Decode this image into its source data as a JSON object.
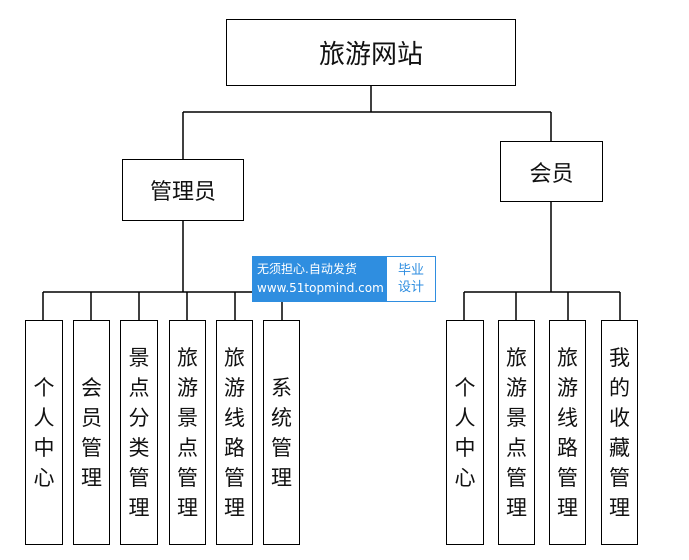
{
  "root": {
    "label": "旅游网站"
  },
  "admin": {
    "label": "管理员",
    "children": [
      "个人中心",
      "会员管理",
      "景点分类管理",
      "旅游景点管理",
      "旅游线路管理",
      "系统管理"
    ]
  },
  "member": {
    "label": "会员",
    "children": [
      "个人中心",
      "旅游景点管理",
      "旅游线路管理",
      "我的收藏管理"
    ]
  },
  "watermark": {
    "line1": "无须担心.自动发货",
    "line2": "www.51topmind.com",
    "badge_line1": "毕业",
    "badge_line2": "设计",
    "color": "#2f8ee0"
  }
}
